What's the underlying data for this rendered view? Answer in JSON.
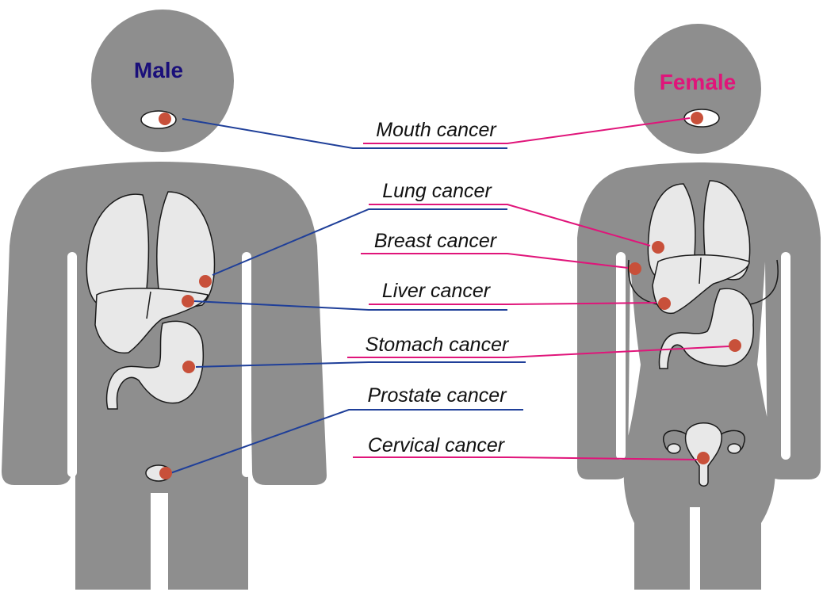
{
  "titles": {
    "male": "Male",
    "female": "Female"
  },
  "colors": {
    "male": "#1f3f99",
    "female": "#e0157a",
    "male_title": "#1a0f7a",
    "female_title": "#e0157a",
    "silhouette": "#8e8e8e",
    "organ": "#e8e8e8",
    "spot": "#c8503a"
  },
  "labels": {
    "mouth": "Mouth cancer",
    "lung": "Lung cancer",
    "breast": "Breast cancer",
    "liver": "Liver cancer",
    "stomach": "Stomach cancer",
    "prostate": "Prostate cancer",
    "cervical": "Cervical cancer"
  }
}
